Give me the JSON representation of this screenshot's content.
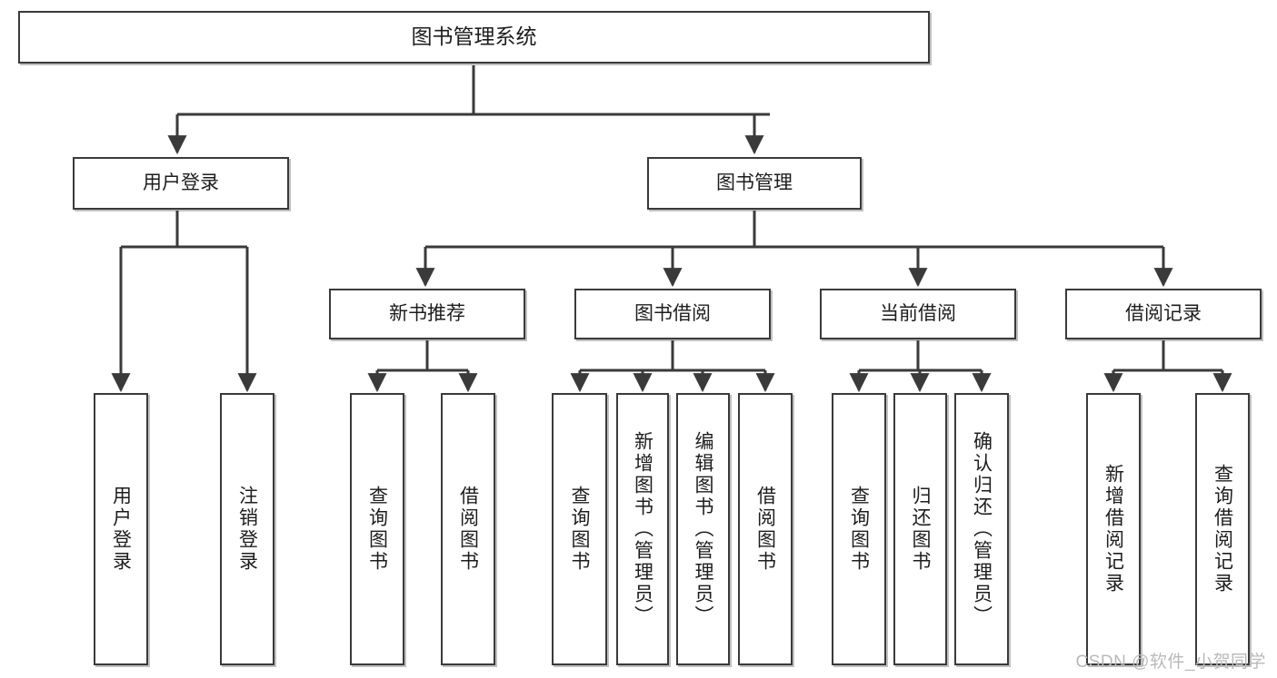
{
  "diagram": {
    "title": "图书管理系统",
    "type": "tree-hierarchy-chart",
    "stroke_color": "#3a3a3a",
    "fill_color": "#ffffff",
    "text_color": "#1d1d1d"
  },
  "root": {
    "label": "图书管理系统"
  },
  "level2": [
    {
      "label": "用户登录"
    },
    {
      "label": "图书管理"
    }
  ],
  "level3": [
    {
      "label": "新书推荐"
    },
    {
      "label": "图书借阅"
    },
    {
      "label": "当前借阅"
    },
    {
      "label": "借阅记录"
    }
  ],
  "leaves": {
    "user_login": [
      {
        "label": "用户登录"
      },
      {
        "label": "注销登录"
      }
    ],
    "new_book": [
      {
        "label": "查询图书"
      },
      {
        "label": "借阅图书"
      }
    ],
    "book_borrow": [
      {
        "label": "查询图书"
      },
      {
        "label": "新增图书（管理员）"
      },
      {
        "label": "编辑图书（管理员）"
      },
      {
        "label": "借阅图书"
      }
    ],
    "current_borrow": [
      {
        "label": "查询图书"
      },
      {
        "label": "归还图书"
      },
      {
        "label": "确认归还（管理员）"
      }
    ],
    "borrow_record": [
      {
        "label": "新增借阅记录"
      },
      {
        "label": "查询借阅记录"
      }
    ]
  },
  "watermark": {
    "text": "CSDN @软件_小贺同学"
  }
}
